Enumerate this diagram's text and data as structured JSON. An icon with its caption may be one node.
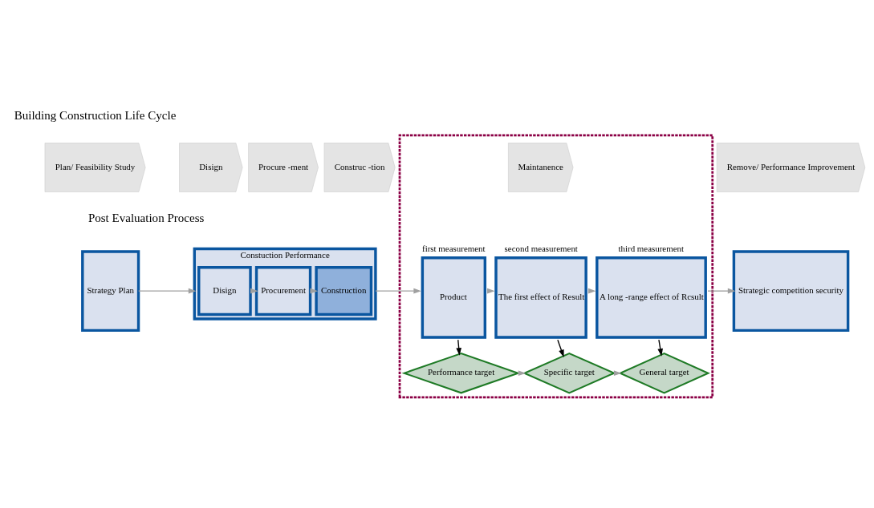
{
  "diagram": {
    "nodes": [
      {
        "text": [
          "Plan/ Feasibility Study"
        ]
      },
      {
        "text": [
          "Disign"
        ]
      },
      {
        "text": [
          "Procure -ment"
        ]
      },
      {
        "text": [
          "Construc -tion"
        ]
      },
      {
        "text": [],
        "shape": "box"
      },
      {
        "text": [
          "Maintanence"
        ],
        "in": 4
      },
      {
        "text": [
          "Remove/ Performance Improvement"
        ]
      },
      {
        "text": [
          "Strategy Plan"
        ]
      },
      {
        "text": [
          "Constuction Performance"
        ]
      },
      {
        "text": [
          "Disign"
        ],
        "in": 8
      },
      {
        "text": [
          "Procurement"
        ],
        "in": 8
      },
      {
        "text": [
          "Construction"
        ],
        "in": 8
      },
      {
        "text": [
          "Product"
        ],
        "beside": [
          "first measurement"
        ],
        "in": 4
      },
      {
        "text": [
          "The first effect of Result"
        ],
        "beside": [
          "second measurement"
        ],
        "in": 4
      },
      {
        "text": [
          "A long -range effect of Rcsult"
        ],
        "beside": [
          "third measurement"
        ],
        "in": 4
      },
      {
        "text": [
          "Strategic competition security"
        ]
      },
      {
        "text": [
          "Performance target"
        ],
        "in": 4
      },
      {
        "text": [
          "Specific target"
        ],
        "in": 4
      },
      {
        "text": [
          "General target"
        ],
        "in": 4
      }
    ],
    "edges": [
      {
        "from": 7,
        "to": 8,
        "arrow": "to"
      },
      {
        "from": 9,
        "to": 10,
        "arrow": "to"
      },
      {
        "from": 10,
        "to": 11,
        "arrow": "to"
      },
      {
        "from": 8,
        "to": 12,
        "arrow": "to"
      },
      {
        "from": 12,
        "to": 13,
        "arrow": "to"
      },
      {
        "from": 13,
        "to": 14,
        "arrow": "to"
      },
      {
        "from": 14,
        "to": 15,
        "arrow": "to"
      },
      {
        "from": 12,
        "to": 16,
        "arrow": "to",
        "color": "#000000"
      },
      {
        "from": 13,
        "to": 17,
        "arrow": "to",
        "color": "#000000"
      },
      {
        "from": 14,
        "to": 18,
        "arrow": "to",
        "color": "#000000"
      },
      {
        "from": 16,
        "to": 17,
        "arrow": "to"
      },
      {
        "from": 17,
        "to": 18,
        "arrow": "to"
      }
    ],
    "labels": [
      "Building Construction Life Cycle",
      "Post Evaluation Process"
    ]
  }
}
